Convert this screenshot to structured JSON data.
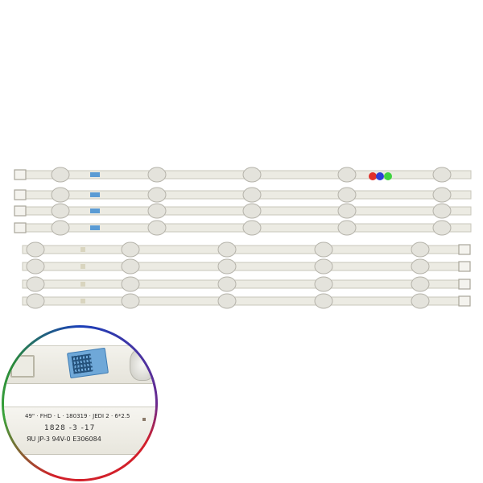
{
  "image": {
    "subject": "LED backlight strips",
    "strip_count_top_group": 4,
    "strip_count_bottom_group": 4,
    "colors": {
      "strip": "#ecebe3",
      "strip_edge": "#c9c7bb",
      "led": "#e4e3dc",
      "rgb_red": "#e0302a",
      "rgb_blue": "#2b3fd6",
      "rgb_green": "#3fd23f",
      "label_blue": "#5a9bd4"
    }
  },
  "zoom": {
    "line1": "49\" · FHD · L · 180319 · JEDI 2 · 6*2.5",
    "line2": "1828 -3 -17",
    "line3": "ЯU JP-3 94V-0 E306084"
  }
}
